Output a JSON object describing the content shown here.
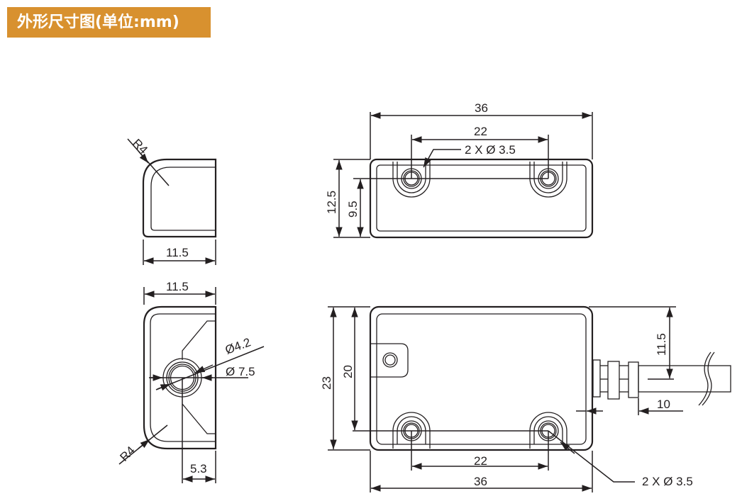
{
  "header": {
    "title": "外形尺寸图(单位:mm)",
    "color": "#d8912f"
  },
  "side_view_top": {
    "radius_label": "R4",
    "width_label": "11.5"
  },
  "side_view_bottom": {
    "width_label": "11.5",
    "hole_inner_label": "Ø4.2",
    "hole_outer_label": "Ø 7.5",
    "radius_label": "R4",
    "offset_label": "5.3"
  },
  "top_view": {
    "length_label": "36",
    "hole_spacing_label": "22",
    "hole_callout": "2 X Ø 3.5",
    "height_label": "12.5",
    "hole_height_label": "9.5"
  },
  "front_view": {
    "height_label": "23",
    "hole_height_label": "20",
    "hole_spacing_label": "22",
    "length_label": "36",
    "hole_callout": "2 X Ø 3.5",
    "cable_height_label": "11.5",
    "cable_offset_label": "10"
  }
}
